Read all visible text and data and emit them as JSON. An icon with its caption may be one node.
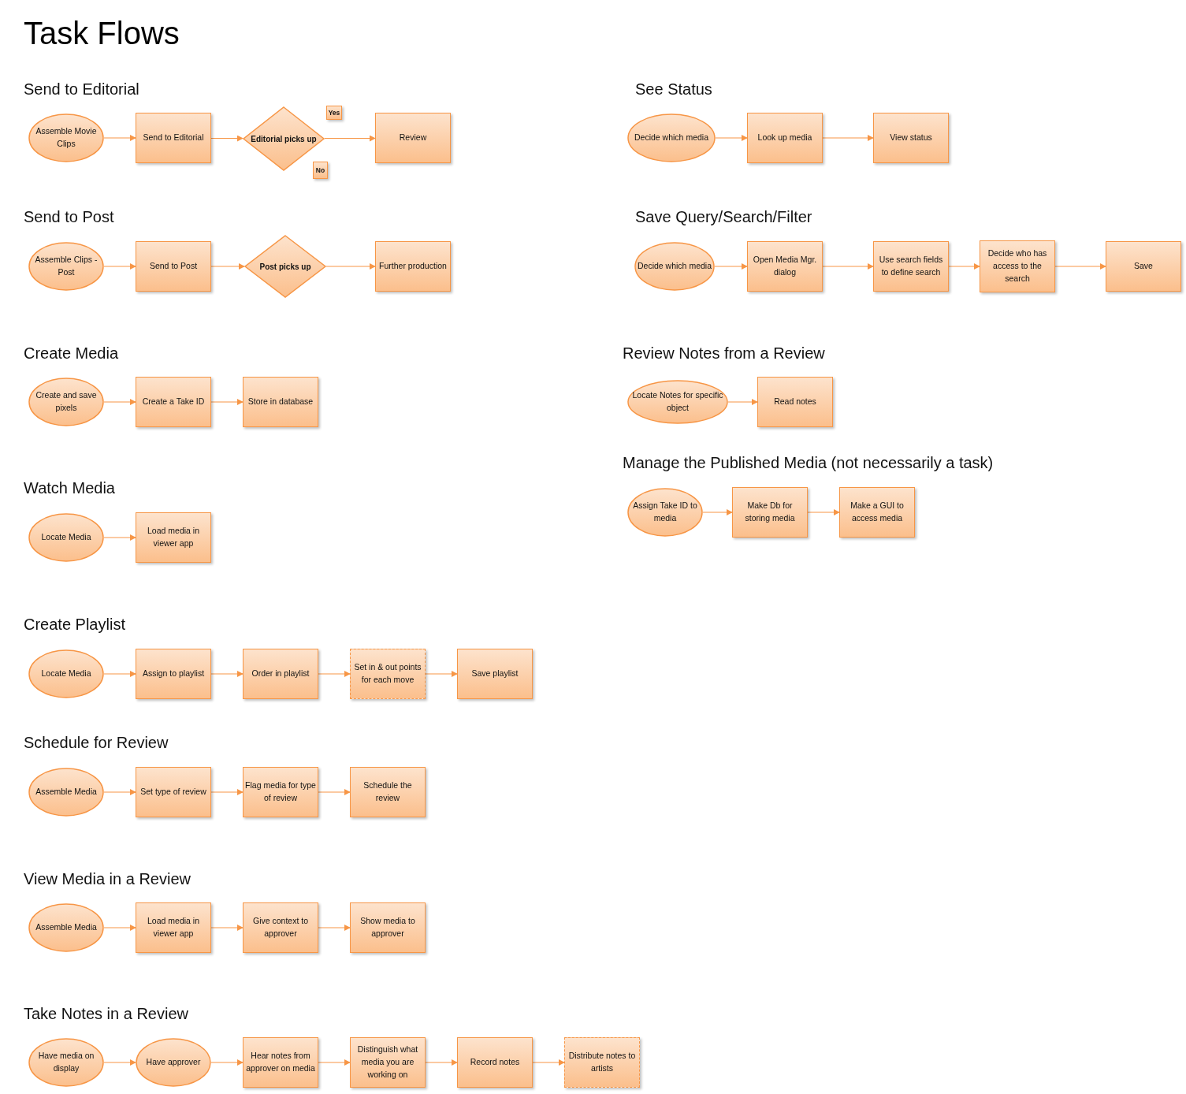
{
  "diagram": {
    "title": "Task Flows",
    "nodes": [
      {
        "text": [
          "Assemble Movie Clips"
        ]
      },
      {
        "text": [
          "Send to Editorial"
        ]
      },
      {
        "text": [
          "Editorial picks up"
        ]
      },
      {
        "text": [
          "Yes"
        ]
      },
      {
        "text": [
          "No"
        ]
      },
      {
        "text": [
          "Review"
        ]
      },
      {
        "text": [
          "Assemble Clips - Post"
        ]
      },
      {
        "text": [
          "Send to Post"
        ]
      },
      {
        "text": [
          "Post picks up"
        ]
      },
      {
        "text": [
          "Further production"
        ]
      },
      {
        "text": [
          "Create and save pixels"
        ]
      },
      {
        "text": [
          "Create a Take ID"
        ]
      },
      {
        "text": [
          "Store in database"
        ]
      },
      {
        "text": [
          "Locate Media"
        ]
      },
      {
        "text": [
          "Load media in viewer app"
        ]
      },
      {
        "text": [
          "Locate Media"
        ]
      },
      {
        "text": [
          "Assign to playlist"
        ]
      },
      {
        "text": [
          "Order in playlist"
        ]
      },
      {
        "text": [
          "Set in & out points for each move"
        ]
      },
      {
        "text": [
          "Save playlist"
        ]
      },
      {
        "text": [
          "Assemble Media"
        ]
      },
      {
        "text": [
          "Set type of review"
        ]
      },
      {
        "text": [
          "Flag media for type of review"
        ]
      },
      {
        "text": [
          "Schedule the review"
        ]
      },
      {
        "text": [
          "Assemble Media"
        ]
      },
      {
        "text": [
          "Load media in viewer app"
        ]
      },
      {
        "text": [
          "Give context to approver"
        ]
      },
      {
        "text": [
          "Show media to approver"
        ]
      },
      {
        "text": [
          "Have media on display"
        ]
      },
      {
        "text": [
          "Have approver"
        ]
      },
      {
        "text": [
          "Hear notes from approver on media"
        ]
      },
      {
        "text": [
          "Distinguish what media you are working on"
        ]
      },
      {
        "text": [
          "Record notes"
        ]
      },
      {
        "text": [
          "Distribute notes to artists"
        ]
      },
      {
        "text": [
          "Decide which media"
        ]
      },
      {
        "text": [
          "Look up media"
        ]
      },
      {
        "text": [
          "View status"
        ]
      },
      {
        "text": [
          "Decide which media"
        ]
      },
      {
        "text": [
          "Open Media Mgr. dialog"
        ]
      },
      {
        "text": [
          "Use search fields to define search"
        ]
      },
      {
        "text": [
          "Decide who has access to the search"
        ]
      },
      {
        "text": [
          "Save"
        ]
      },
      {
        "text": [
          "Locate Notes for specific object"
        ]
      },
      {
        "text": [
          "Read notes"
        ]
      },
      {
        "text": [
          "Assign Take ID to media"
        ]
      },
      {
        "text": [
          "Make Db for storing media"
        ]
      },
      {
        "text": [
          "Make a GUI to access media"
        ]
      }
    ],
    "edges": [
      {
        "from": 0,
        "to": 1,
        "arrow": "to"
      },
      {
        "from": 1,
        "to": 2,
        "arrow": "to"
      },
      {
        "from": 2,
        "to": 5,
        "arrow": "to"
      },
      {
        "from": 6,
        "to": 7,
        "arrow": "to"
      },
      {
        "from": 7,
        "to": 8,
        "arrow": "to"
      },
      {
        "from": 8,
        "to": 9,
        "arrow": "to"
      },
      {
        "from": 10,
        "to": 11,
        "arrow": "to"
      },
      {
        "from": 11,
        "to": 12,
        "arrow": "to"
      },
      {
        "from": 13,
        "to": 14,
        "arrow": "to"
      },
      {
        "from": 15,
        "to": 16,
        "arrow": "to"
      },
      {
        "from": 16,
        "to": 17,
        "arrow": "to"
      },
      {
        "from": 17,
        "to": 18,
        "arrow": "to"
      },
      {
        "from": 18,
        "to": 19,
        "arrow": "to"
      },
      {
        "from": 20,
        "to": 21,
        "arrow": "to"
      },
      {
        "from": 21,
        "to": 22,
        "arrow": "to"
      },
      {
        "from": 22,
        "to": 23,
        "arrow": "to"
      },
      {
        "from": 24,
        "to": 25,
        "arrow": "to"
      },
      {
        "from": 25,
        "to": 26,
        "arrow": "to"
      },
      {
        "from": 26,
        "to": 27,
        "arrow": "to"
      },
      {
        "from": 28,
        "to": 29,
        "arrow": "to"
      },
      {
        "from": 29,
        "to": 30,
        "arrow": "to"
      },
      {
        "from": 30,
        "to": 31,
        "arrow": "to"
      },
      {
        "from": 31,
        "to": 32,
        "arrow": "to"
      },
      {
        "from": 32,
        "to": 33,
        "arrow": "to"
      },
      {
        "from": 34,
        "to": 35,
        "arrow": "to"
      },
      {
        "from": 35,
        "to": 36,
        "arrow": "to"
      },
      {
        "from": 37,
        "to": 38,
        "arrow": "to"
      },
      {
        "from": 38,
        "to": 39,
        "arrow": "to"
      },
      {
        "from": 39,
        "to": 40,
        "arrow": "to"
      },
      {
        "from": 40,
        "to": 41,
        "arrow": "to"
      },
      {
        "from": 42,
        "to": 43,
        "arrow": "to"
      },
      {
        "from": 44,
        "to": 45,
        "arrow": "to"
      },
      {
        "from": 45,
        "to": 46,
        "arrow": "to"
      }
    ],
    "labels": [
      "Send to Editorial",
      "Send to Post",
      "Create Media",
      "Watch Media",
      "Create Playlist",
      "Schedule for Review",
      "View Media in a Review",
      "Take Notes in a Review",
      "See Status",
      "Save Query/Search/Filter",
      "Review Notes from a Review",
      "Manage the Published Media (not necessarily a task)"
    ]
  }
}
